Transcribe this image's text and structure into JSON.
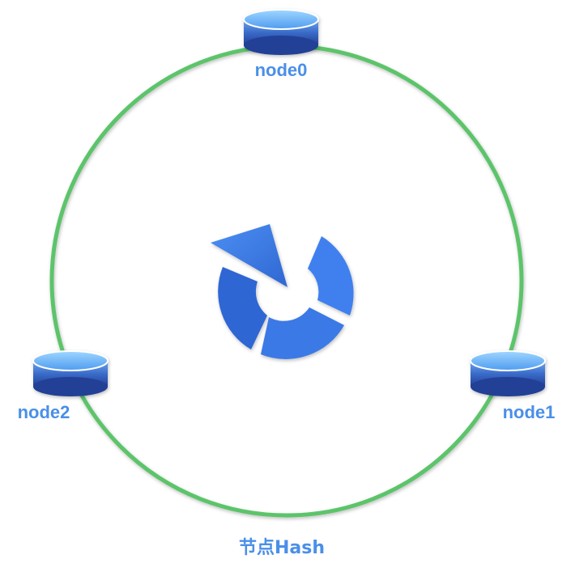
{
  "colors": {
    "ring": "#5cc46a",
    "label": "#4a8fe8",
    "logo": "#3f7fe9",
    "logo_dark": "#2d63c9",
    "disk_top": "#5aa9f4",
    "disk_side": "#2c5ab7"
  },
  "nodes": [
    {
      "id": "node0",
      "label": "node0",
      "icon": "database-disk-icon"
    },
    {
      "id": "node1",
      "label": "node1",
      "icon": "database-disk-icon"
    },
    {
      "id": "node2",
      "label": "node2",
      "icon": "database-disk-icon"
    }
  ],
  "center_icon": "hash-ring-logo-icon",
  "caption": "节点Hash"
}
